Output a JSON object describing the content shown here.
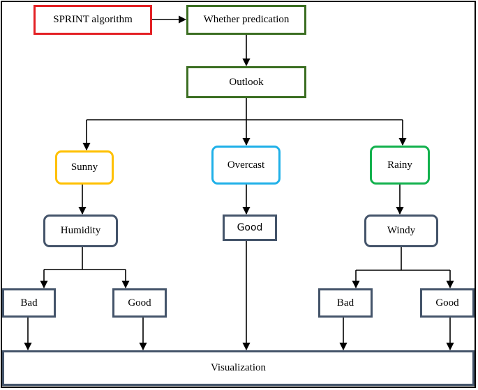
{
  "colors": {
    "red": "#e32024",
    "green": "#3b6e22",
    "slate": "#44546a",
    "yellow": "#ffc000",
    "blue": "#1fb0e8",
    "bright_green": "#12b14d",
    "line": "#000000"
  },
  "nodes": {
    "sprint": "SPRINT algorithm",
    "whether": "Whether predication",
    "outlook": "Outlook",
    "sunny": "Sunny",
    "overcast": "Overcast",
    "rainy": "Rainy",
    "humidity": "Humidity",
    "good_mid": "Good",
    "windy": "Windy",
    "bad_left": "Bad",
    "good_left": "Good",
    "bad_right": "Bad",
    "good_right": "Good",
    "visualization": "Visualization"
  }
}
